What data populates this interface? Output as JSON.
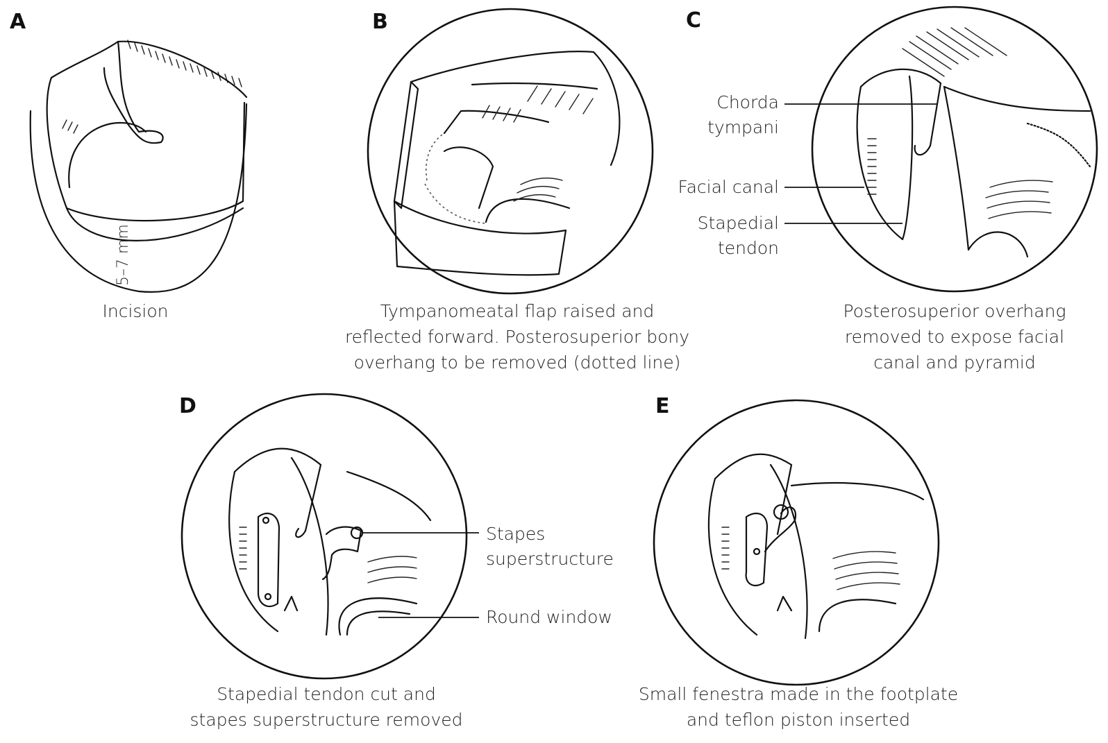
{
  "panels": {
    "a": {
      "letter": "A",
      "measure": "5–7 mm",
      "caption": [
        "Incision"
      ]
    },
    "b": {
      "letter": "B",
      "caption": [
        "Tympanomeatal flap raised and",
        "reflected forward. Posterosuperior bony",
        "overhang to be removed (dotted line)"
      ]
    },
    "c": {
      "letter": "C",
      "labels": {
        "chorda": [
          "Chorda",
          "tympani"
        ],
        "facial": [
          "Facial canal"
        ],
        "stapedial": [
          "Stapedial",
          "tendon"
        ]
      },
      "caption": [
        "Posterosuperior overhang",
        "removed to expose facial",
        "canal and pyramid"
      ]
    },
    "d": {
      "letter": "D",
      "labels": {
        "stapes": [
          "Stapes",
          "superstructure"
        ],
        "round": [
          "Round window"
        ]
      },
      "caption": [
        "Stapedial tendon cut and",
        "stapes superstructure removed"
      ]
    },
    "e": {
      "letter": "E",
      "caption": [
        "Small fenestra made in the footplate",
        "and teflon piston inserted"
      ]
    }
  }
}
